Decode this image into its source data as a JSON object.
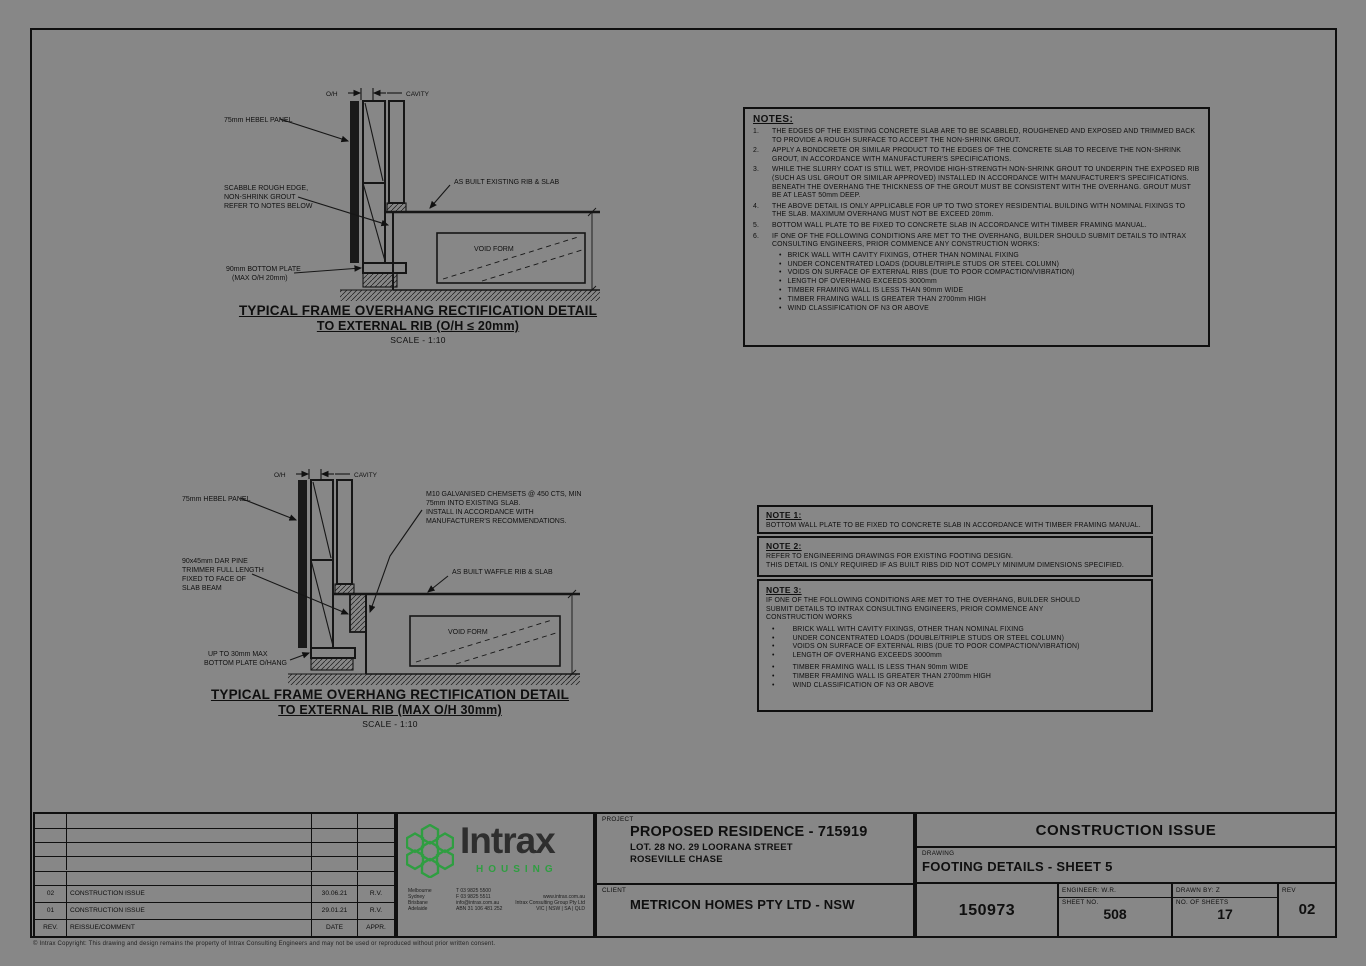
{
  "sheet": {
    "status": "CONSTRUCTION ISSUE",
    "drawing_label": "DRAWING",
    "drawing_title": "FOOTING DETAILS - SHEET 5",
    "project_label": "PROJECT",
    "project_name": "PROPOSED RESIDENCE - 715919",
    "project_addr1": "LOT. 28 NO. 29 LOORANA STREET",
    "project_addr2": "ROSEVILLE CHASE",
    "client_label": "CLIENT",
    "client_name": "METRICON HOMES PTY LTD - NSW",
    "job_number": "150973",
    "engineer": "ENGINEER: W.R.",
    "drawn_by": "DRAWN BY: Z",
    "sheet_no_label": "SHEET NO.",
    "sheet_no": "508",
    "num_sheets_label": "NO. OF SHEETS",
    "num_sheets": "17",
    "rev_label": "REV",
    "rev": "02",
    "copyright": "© Intrax Copyright: This drawing and design remains the property of Intrax Consulting Engineers and may not be used or reproduced without prior written consent."
  },
  "revisions": {
    "header": {
      "rev": "REV.",
      "comment": "REISSUE/COMMENT",
      "date": "DATE",
      "appr": "APPR."
    },
    "rows": [
      {
        "rev": "02",
        "comment": "CONSTRUCTION ISSUE",
        "date": "30.06.21",
        "appr": "R.V."
      },
      {
        "rev": "01",
        "comment": "CONSTRUCTION ISSUE",
        "date": "29.01.21",
        "appr": "R.V."
      }
    ]
  },
  "logo": {
    "name": "Intrax",
    "tagline": "HOUSING",
    "contact_col1": [
      "Melbourne",
      "Sydney",
      "Brisbane",
      "Adelaide"
    ],
    "contact_col2": [
      "T 03 9825 5500",
      "F 03 9825 5511",
      "info@intrax.com.au",
      "ABN 31 106 481 252"
    ],
    "contact_col3": [
      "www.intrax.com.au",
      "Intrax Consulting Group Pty Ltd",
      "VIC | NSW | SA | QLD"
    ]
  },
  "notes": {
    "title": "NOTES:",
    "items": [
      {
        "num": "1.",
        "text": "THE EDGES OF THE EXISTING CONCRETE SLAB ARE TO BE SCABBLED, ROUGHENED AND EXPOSED AND TRIMMED BACK TO PROVIDE A ROUGH SURFACE TO ACCEPT THE NON-SHRINK GROUT."
      },
      {
        "num": "2.",
        "text": "APPLY A BONDCRETE OR SIMILAR PRODUCT TO THE EDGES OF THE CONCRETE SLAB TO RECEIVE THE NON-SHRINK GROUT, IN ACCORDANCE WITH MANUFACTURER'S SPECIFICATIONS."
      },
      {
        "num": "3.",
        "text": "WHILE THE SLURRY COAT IS STILL WET, PROVIDE HIGH-STRENGTH NON-SHRINK GROUT TO UNDERPIN THE EXPOSED RIB (SUCH AS USL GROUT OR SIMILAR APPROVED) INSTALLED IN ACCORDANCE WITH MANUFACTURER'S SPECIFICATIONS. BENEATH THE OVERHANG THE THICKNESS OF THE GROUT MUST BE CONSISTENT WITH THE OVERHANG. GROUT MUST BE AT LEAST 50mm DEEP."
      },
      {
        "num": "4.",
        "text": "THE ABOVE DETAIL IS ONLY APPLICABLE FOR UP TO TWO STOREY RESIDENTIAL BUILDING WITH NOMINAL FIXINGS TO THE SLAB. MAXIMUM OVERHANG MUST NOT BE EXCEED 20mm."
      },
      {
        "num": "5.",
        "text": "BOTTOM WALL PLATE TO BE FIXED TO CONCRETE SLAB IN ACCORDANCE WITH TIMBER FRAMING MANUAL."
      },
      {
        "num": "6.",
        "text": "IF ONE OF THE FOLLOWING CONDITIONS ARE MET TO THE OVERHANG, BUILDER SHOULD SUBMIT DETAILS TO INTRAX CONSULTING ENGINEERS, PRIOR COMMENCE ANY CONSTRUCTION WORKS:"
      }
    ],
    "bullets": [
      "BRICK WALL WITH CAVITY FIXINGS, OTHER THAN NOMINAL FIXING",
      "UNDER CONCENTRATED LOADS (DOUBLE/TRIPLE STUDS OR STEEL COLUMN)",
      "VOIDS ON SURFACE OF EXTERNAL RIBS (DUE TO POOR COMPACTION/VIBRATION)",
      "LENGTH OF OVERHANG EXCEEDS 3000mm",
      "TIMBER FRAMING WALL IS LESS THAN 90mm WIDE",
      "TIMBER FRAMING WALL IS GREATER THAN 2700mm HIGH",
      "WIND CLASSIFICATION OF N3 OR ABOVE"
    ]
  },
  "note1": {
    "title": "NOTE 1:",
    "line1": "BOTTOM WALL PLATE TO BE FIXED TO CONCRETE SLAB IN ACCORDANCE WITH TIMBER FRAMING MANUAL."
  },
  "note2": {
    "title": "NOTE 2:",
    "line1": "REFER TO ENGINEERING DRAWINGS FOR EXISTING FOOTING DESIGN.",
    "line2": "THIS DETAIL IS ONLY REQUIRED IF AS BUILT RIBS DID NOT COMPLY MINIMUM DIMENSIONS SPECIFIED."
  },
  "note3": {
    "title": "NOTE 3:",
    "intro": "IF ONE OF THE FOLLOWING CONDITIONS ARE MET TO THE OVERHANG, BUILDER SHOULD SUBMIT DETAILS TO INTRAX CONSULTING ENGINEERS, PRIOR COMMENCE ANY CONSTRUCTION WORKS",
    "bullets": [
      "BRICK WALL WITH CAVITY FIXINGS, OTHER THAN NOMINAL FIXING",
      "UNDER CONCENTRATED LOADS (DOUBLE/TRIPLE STUDS OR STEEL COLUMN)",
      "VOIDS ON SURFACE OF EXTERNAL RIBS (DUE TO POOR COMPACTION/VIBRATION)",
      "LENGTH OF OVERHANG EXCEEDS 3000mm",
      "TIMBER FRAMING WALL IS LESS THAN 90mm WIDE",
      "TIMBER FRAMING WALL IS GREATER THAN 2700mm HIGH",
      "WIND CLASSIFICATION OF N3 OR ABOVE"
    ]
  },
  "detail1": {
    "title_line1": "TYPICAL FRAME OVERHANG RECTIFICATION DETAIL",
    "title_line2": "TO EXTERNAL RIB (O/H ≤ 20mm)",
    "scale": "SCALE - 1:10",
    "labels": {
      "panel": "75mm HEBEL PANEL",
      "edge1": "SCABBLE ROUGH EDGE,",
      "edge2": "NON-SHRINK GROUT",
      "edge3": "REFER TO NOTES BELOW",
      "plate1": "90mm BOTTOM PLATE",
      "plate2": "(MAX O/H 20mm)",
      "rib": "AS BUILT EXISTING RIB & SLAB",
      "void": "VOID FORM",
      "oh": "O/H",
      "cavity": "CAVITY"
    }
  },
  "detail2": {
    "title_line1": "TYPICAL FRAME OVERHANG RECTIFICATION DETAIL",
    "title_line2": "TO EXTERNAL RIB (MAX O/H 30mm)",
    "scale": "SCALE - 1:10",
    "labels": {
      "panel": "75mm HEBEL PANEL",
      "trimmer1": "90x45mm DAR PINE",
      "trimmer2": "TRIMMER FULL LENGTH",
      "trimmer3": "FIXED TO FACE OF",
      "trimmer4": "SLAB BEAM",
      "chemset1": "M10 GALVANISED CHEMSETS @ 450 CTS, MIN",
      "chemset2": "75mm INTO EXISTING SLAB.",
      "chemset3": "INSTALL IN ACCORDANCE WITH",
      "chemset4": "MANUFACTURER'S RECOMMENDATIONS.",
      "rib": "AS BUILT WAFFLE RIB & SLAB",
      "void": "VOID FORM",
      "plate1": "UP TO 30mm MAX",
      "plate2": "BOTTOM PLATE O/HANG",
      "oh": "O/H",
      "cavity": "CAVITY"
    }
  }
}
